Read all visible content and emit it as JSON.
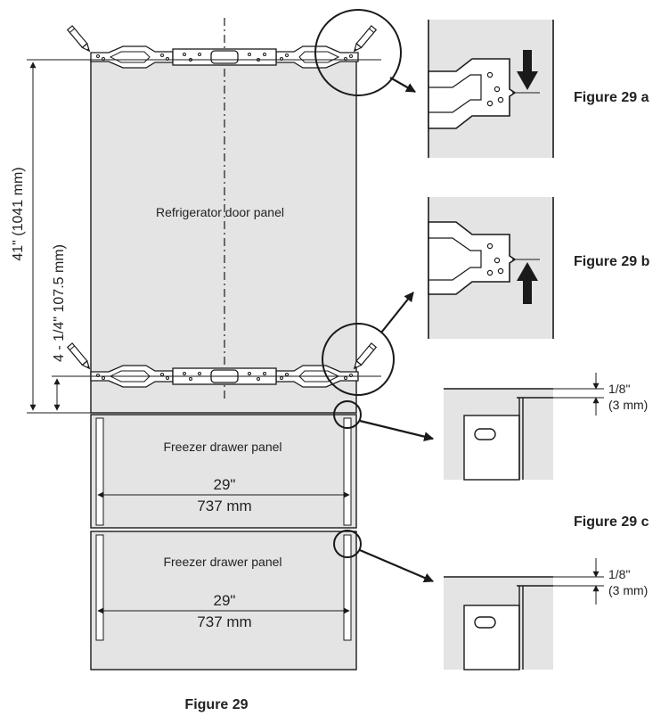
{
  "labels": {
    "refrigerator_panel": "Refrigerator door panel",
    "freezer_panel_1": "Freezer drawer panel",
    "freezer_panel_2": "Freezer drawer panel",
    "height_dim": "41\" (1041 mm)",
    "offset_dim": "4 - 1/4\" 107.5 mm)",
    "width_in_1": "29\"",
    "width_mm_1": "737 mm",
    "width_in_2": "29\"",
    "width_mm_2": "737 mm",
    "gap_in_c1": "1/8\"",
    "gap_mm_c1": "(3 mm)",
    "gap_in_c2": "1/8\"",
    "gap_mm_c2": "(3 mm)"
  },
  "figures": {
    "fig_29a": "Figure 29 a",
    "fig_29b": "Figure 29 b",
    "fig_29c": "Figure 29 c",
    "fig_29": "Figure 29"
  },
  "colors": {
    "panel_fill": "#e4e4e4",
    "stroke": "#1a1a1a",
    "background": "#ffffff"
  }
}
